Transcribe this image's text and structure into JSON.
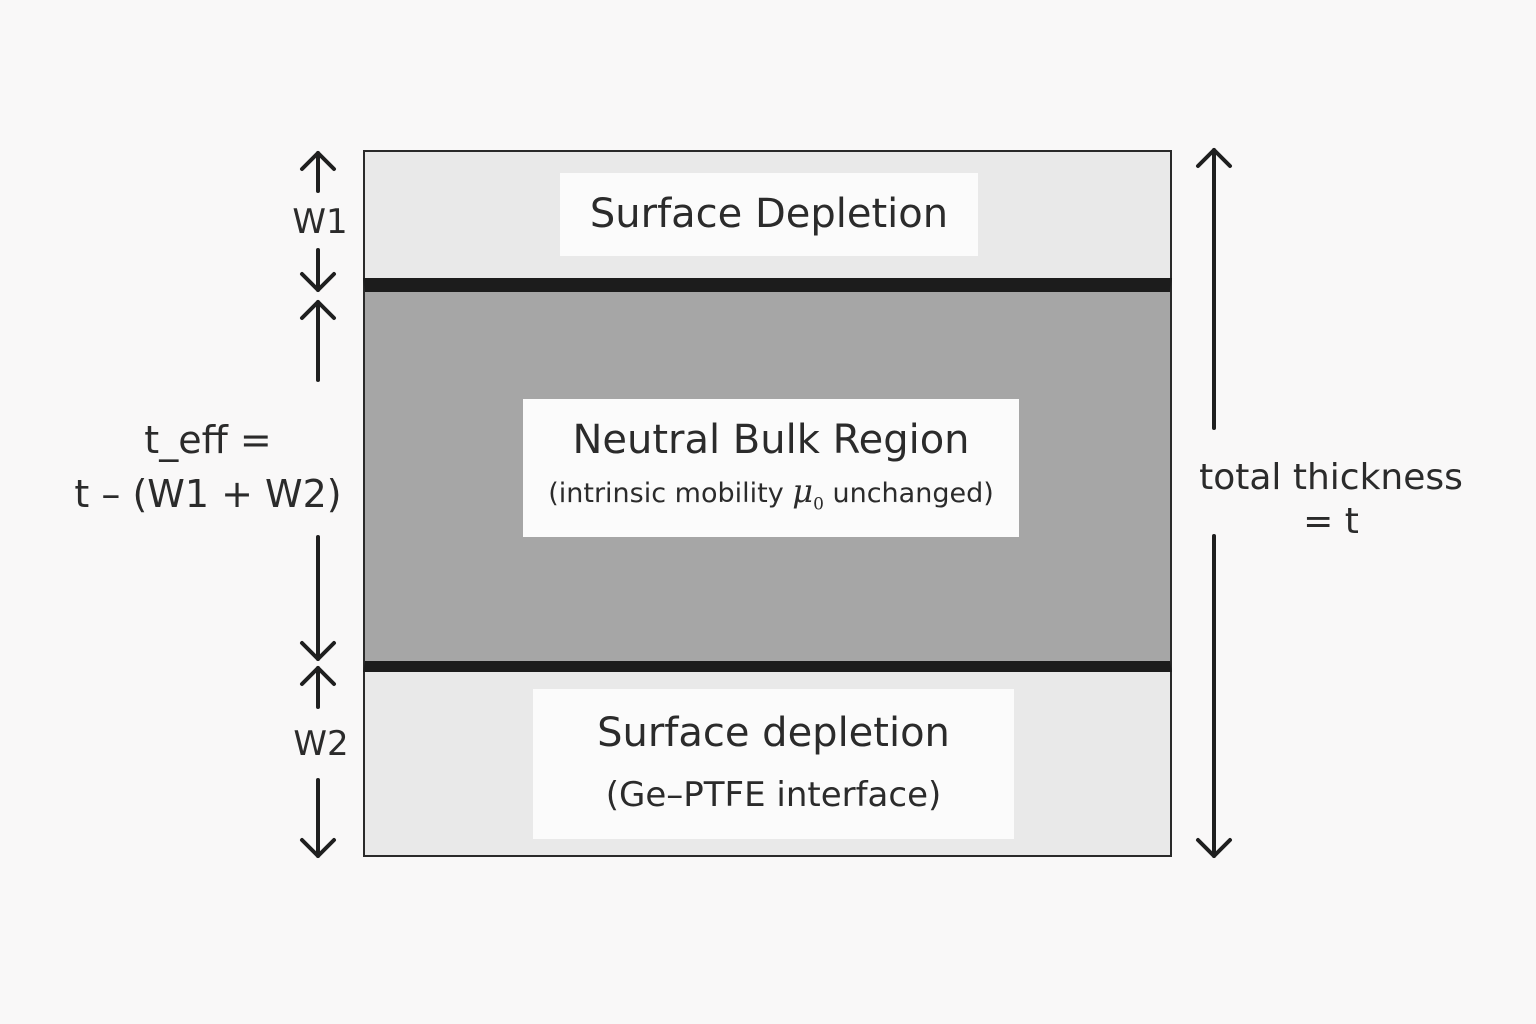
{
  "layers": {
    "top": {
      "label": "Surface Depletion"
    },
    "middle": {
      "label": "Neutral Bulk Region",
      "sub_prefix": "(intrinsic mobility ",
      "mu_symbol": "μ",
      "mu_subscript": "0",
      "sub_suffix": " unchanged)"
    },
    "bottom": {
      "label": "Surface depletion",
      "sub_label": "(Ge–PTFE interface)"
    }
  },
  "dimensions": {
    "w1": "W1",
    "w2": "W2",
    "t_eff_line1": "t_eff =",
    "t_eff_line2": "t – (W1 + W2)",
    "total_line1": "total thickness",
    "total_line2": "= t"
  },
  "colors": {
    "surface_fill": "#e9e9e9",
    "bulk_fill": "#a6a6a6",
    "boundary": "#1c1c1c",
    "label_bg": "#fbfbfb",
    "background": "#f9f8f8"
  }
}
